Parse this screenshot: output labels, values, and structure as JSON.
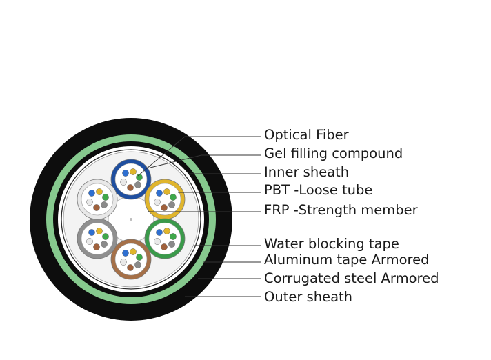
{
  "labels": [
    "Optical Fiber",
    "Gel filling compound",
    "Inner sheath",
    "PBT -Loose tube",
    "FRP -Strength member",
    "Water blocking tape",
    "Aluminum tape Armored",
    "Corrugated steel Armored",
    "Outer sheath"
  ],
  "colors": {
    "outer_sheath": "#0d0d0d",
    "armor_green": "#86c98e",
    "leader_line": "#333333",
    "fiber_colors": [
      "#2e6fd1",
      "#e0b52c",
      "#3fa84a",
      "#8a8a8a",
      "#a0613c",
      "#e9e9e9"
    ],
    "tube_colors": [
      "#1f4fa0",
      "#e0b52c",
      "#3a9a4a",
      "#a57048",
      "#8f8f8f",
      "#e8e8e8"
    ]
  }
}
